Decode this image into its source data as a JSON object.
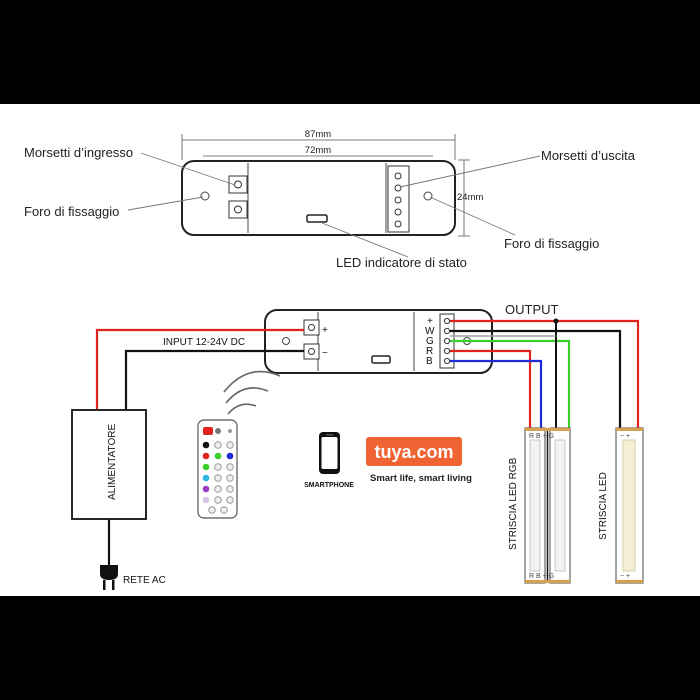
{
  "top_diagram": {
    "dim_overall": "87mm",
    "dim_inner": "72mm",
    "dim_height": "24mm",
    "label_input_terminals": "Morsetti d’ingresso",
    "label_fixing_hole_left": "Foro di fissaggio",
    "label_output_terminals": "Morsetti d’uscita",
    "label_fixing_hole_right": "Foro di fissaggio",
    "label_status_led": "LED indicatore di stato"
  },
  "wiring_diagram": {
    "output_label": "OUTPUT",
    "input_label": "INPUT 12-24V DC",
    "plus_sign": "+",
    "minus_sign": "−",
    "terminal_labels": [
      "+",
      "W",
      "G",
      "R",
      "B"
    ],
    "power_supply_label": "ALIMENTATORE",
    "mains_label": "RETE AC",
    "smartphone_label": "SMARTPHONE",
    "tuya_logo_text": "tuya.com",
    "tuya_slogan": "Smart life, smart living",
    "rgb_strip_label": "STRISCIA LED RGB",
    "led_strip_label": "STRISCIA LED",
    "rgb_strip_top_pins": "R B + G",
    "led_strip_top_pins": "− +",
    "rgb_strip_bottom_pins": "R B + G",
    "led_strip_bottom_pins": "− +"
  },
  "colors": {
    "wire_red": "#e0231d",
    "wire_black": "#111111",
    "wire_green": "#3ccf2b",
    "wire_blue": "#1f2bd6",
    "wire_gray": "#9aa0a6",
    "tuya_orange": "#f06434"
  }
}
